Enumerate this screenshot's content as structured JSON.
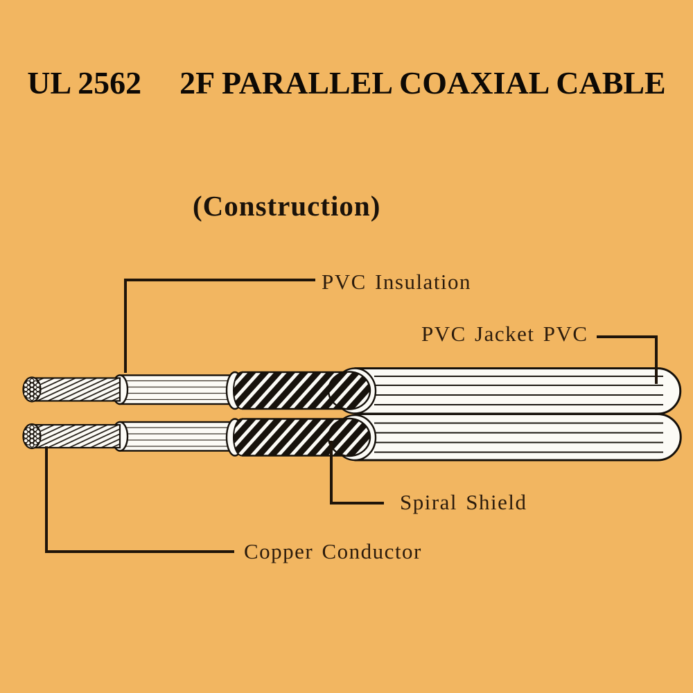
{
  "title": {
    "code": "UL 2562",
    "name": "2F PARALLEL COAXIAL CABLE"
  },
  "subtitle": "(Construction)",
  "diagram": {
    "labels": {
      "insulation": "PVC Insulation",
      "jacket": "PVC Jacket PVC",
      "shield": "Spiral Shield",
      "conductor": "Copper Conductor"
    }
  },
  "colors": {
    "background": "#F2B661",
    "title_text": "#0D0905",
    "label_text": "#2B1B0C",
    "leader_line": "#1F1409",
    "cable_fill": "#FCFBF6",
    "cable_outline": "#15100A"
  }
}
